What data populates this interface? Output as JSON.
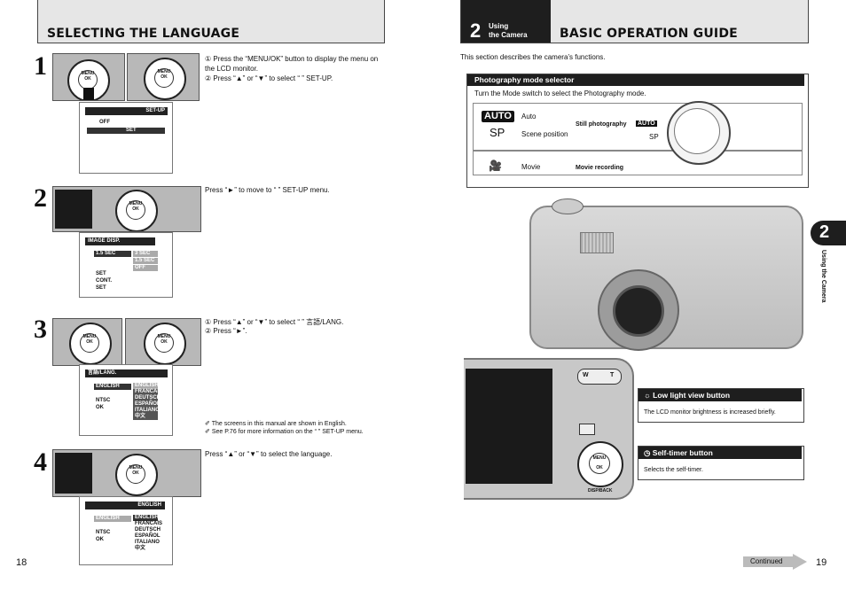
{
  "left": {
    "header_title": "SELECTING THE LANGUAGE",
    "page_number": "18",
    "steps": [
      {
        "num": "1",
        "text1": "① Press the “MENU/OK” button to display the menu on the LCD monitor.",
        "text2": "② Press “▲” or “▼” to select “ ” SET-UP.",
        "lcd_top": "SET-UP",
        "lcd_rows": [
          "OFF",
          "SET"
        ]
      },
      {
        "num": "2",
        "text1": "Press “►” to move to “ ” SET-UP menu.",
        "lcd_top": "IMAGE DISP.",
        "lcd_rows": [
          "1.5 SEC",
          "",
          "",
          "SET",
          "CONT.",
          "SET"
        ],
        "lcd_options": [
          "3 SEC",
          "1.5 SEC",
          "OFF"
        ]
      },
      {
        "num": "3",
        "text1": "① Press “▲” or “▼” to select “ ” 言語/LANG.",
        "text2": "② Press “►”.",
        "lcd_top": "言語/LANG.",
        "lcd_rows": [
          "ENGLISH",
          "",
          "NTSC",
          "OK"
        ],
        "lcd_options": [
          "ENGLISH",
          "FRANCAIS",
          "DEUTSCH",
          "ESPAÑOL",
          "ITALIANO",
          "中文"
        ]
      },
      {
        "num": "4",
        "text1": "Press “▲” or “▼” to select the language.",
        "lcd_top": "ENGLISH",
        "lcd_rows": [
          "ENGLISH",
          "",
          "NTSC",
          "OK"
        ],
        "lcd_options": [
          "ENGLISH",
          "FRANCAIS",
          "DEUTSCH",
          "ESPAÑOL",
          "ITALIANO",
          "中文"
        ]
      }
    ],
    "notes": [
      "The screens in this manual are shown in English.",
      "See P.76 for more information on the “ ” SET-UP menu."
    ]
  },
  "right": {
    "chapter_number": "2",
    "chapter_label_1": "Using",
    "chapter_label_2": "the Camera",
    "header_title": "BASIC OPERATION GUIDE",
    "intro": "This section describes the camera’s functions.",
    "selector": {
      "title": "Photography mode selector",
      "desc": "Turn the Mode switch to select the Photography mode.",
      "auto_badge": "AUTO",
      "auto_label": "Auto",
      "sp_badge": "SP",
      "sp_label": "Scene position",
      "movie_label": "Movie",
      "still_label": "Still photography",
      "movie_rec_label": "Movie recording",
      "dial_auto": "AUTO",
      "dial_sp": "SP"
    },
    "low_light": {
      "title": "Low light view button",
      "desc": "The LCD monitor brightness is increased briefly."
    },
    "self_timer": {
      "title": "Self-timer button",
      "desc": "Selects the self-timer."
    },
    "camera_labels": {
      "w": "W",
      "t": "T",
      "menu": "MENU\nOK",
      "display": "DISP/BACK"
    },
    "side_tab_number": "2",
    "side_tab_text": "Using the Camera",
    "continued": "Continued",
    "page_number": "19"
  },
  "colors": {
    "header_bg": "#e6e6e6",
    "dark": "#1e1e1e"
  }
}
